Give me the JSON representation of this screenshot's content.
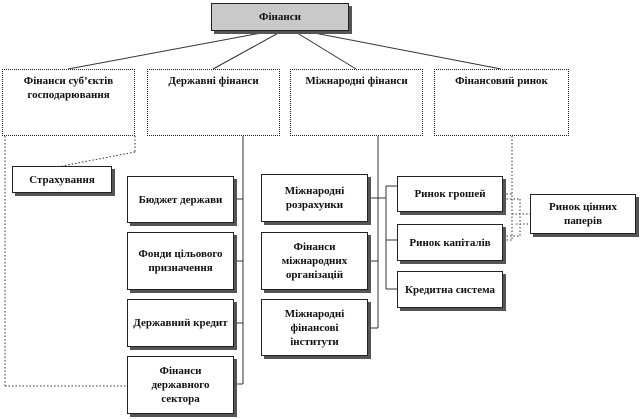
{
  "diagram": {
    "root": "Фінанси",
    "categories": {
      "enterprise": "Фінанси суб’єктів господарювання",
      "state": "Державні фінанси",
      "international": "Міжнародні фінанси",
      "market": "Фінансовий ринок"
    },
    "insurance": "Страхування",
    "state_items": [
      "Бюджет держави",
      "Фонди цільового призначення",
      "Державний кредит",
      "Фінанси державного сектора"
    ],
    "international_items": [
      "Міжнародні розрахунки",
      "Фінанси міжнародних організацій",
      "Міжнародні фінансові інститути"
    ],
    "market_items": [
      "Ринок грошей",
      "Ринок капіталів",
      "Кредитна система"
    ],
    "securities_market": "Ринок цінних паперів"
  }
}
